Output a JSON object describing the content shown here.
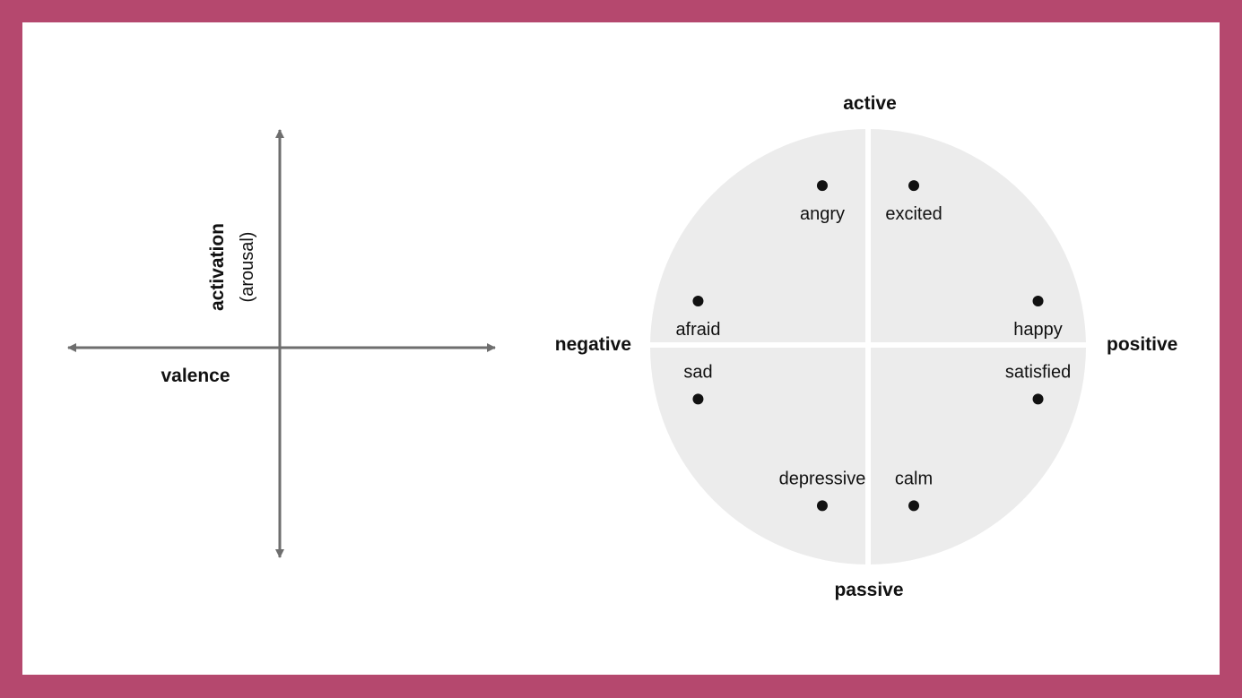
{
  "colors": {
    "frame": "#b5486e",
    "panel": "#ffffff",
    "axis": "#6e6e6e",
    "circle": "#ececec",
    "text": "#111111"
  },
  "left_diagram": {
    "axis_labels": {
      "x": "valence",
      "y_main": "activation",
      "y_sub": "(arousal)"
    }
  },
  "circumplex": {
    "poles": {
      "top": "active",
      "bottom": "passive",
      "left": "negative",
      "right": "positive"
    },
    "emotions": [
      {
        "label": "angry",
        "valence": -0.21,
        "activation": 0.74,
        "label_pos": "below"
      },
      {
        "label": "excited",
        "valence": 0.21,
        "activation": 0.74,
        "label_pos": "below"
      },
      {
        "label": "afraid",
        "valence": -0.78,
        "activation": 0.21,
        "label_pos": "below"
      },
      {
        "label": "happy",
        "valence": 0.78,
        "activation": 0.21,
        "label_pos": "below"
      },
      {
        "label": "sad",
        "valence": -0.78,
        "activation": -0.24,
        "label_pos": "above"
      },
      {
        "label": "satisfied",
        "valence": 0.78,
        "activation": -0.24,
        "label_pos": "above"
      },
      {
        "label": "depressive",
        "valence": -0.21,
        "activation": -0.73,
        "label_pos": "above"
      },
      {
        "label": "calm",
        "valence": 0.21,
        "activation": -0.73,
        "label_pos": "above"
      }
    ]
  }
}
